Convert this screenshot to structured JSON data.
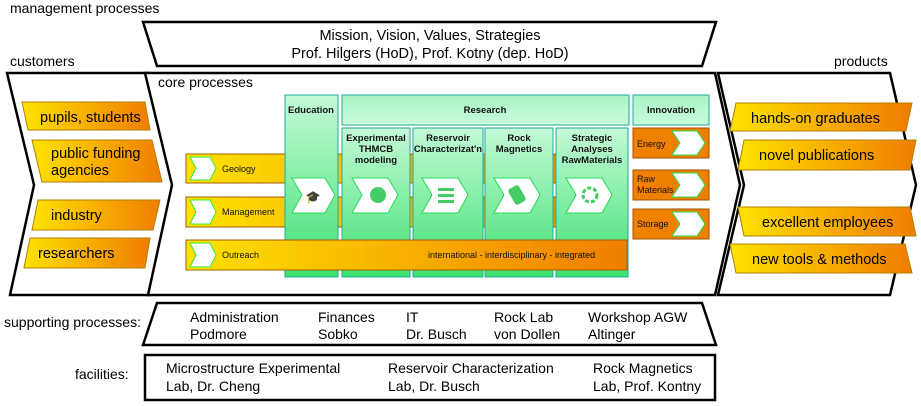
{
  "management": {
    "label": "management processes",
    "line1": "Mission, Vision, Values, Strategies",
    "line2": "Prof. Hilgers (HoD), Prof. Kotny (dep. HoD)"
  },
  "customers": {
    "label": "customers",
    "items": [
      "pupils, students",
      "public funding",
      "agencies",
      "industry",
      "researchers"
    ]
  },
  "products": {
    "label": "products",
    "items": [
      "hands-on graduates",
      "novel publications",
      "excellent employees",
      "new tools & methods"
    ]
  },
  "core": {
    "label": "core processes",
    "education": "Education",
    "research": "Research",
    "innovation": "Innovation",
    "research_cols": [
      [
        "Experimental",
        "THMCB",
        "modeling"
      ],
      [
        "Reservoir",
        "Characterizat'n"
      ],
      [
        "Rock",
        "Magnetics"
      ],
      [
        "Strategic",
        "Analyses",
        "RawMaterials"
      ]
    ],
    "innovation_items": [
      "Energy",
      "Raw",
      "Materials",
      "Storage"
    ],
    "bars": [
      "Geology",
      "Management",
      "Outreach"
    ],
    "motto": "international - interdisciplinary - integrated"
  },
  "supporting": {
    "label": "supporting processes:",
    "items": [
      [
        "Administration",
        "Podmore"
      ],
      [
        "Finances",
        "Sobko"
      ],
      [
        "IT",
        "Dr. Busch"
      ],
      [
        "Rock Lab",
        "von Dollen"
      ],
      [
        "Workshop AGW",
        "Altinger"
      ]
    ]
  },
  "facilities": {
    "label": "facilities:",
    "items": [
      [
        "Microstructure Experimental",
        "Lab, Dr. Cheng"
      ],
      [
        "Reservoir Characterization",
        "Lab, Dr. Busch"
      ],
      [
        "Rock Magnetics",
        "Lab, Prof. Kontny"
      ]
    ]
  },
  "colors": {
    "yellow": "#ffe000",
    "orange": "#f08000",
    "green": "#3ee070",
    "lightgreen": "#b8f8d0"
  }
}
